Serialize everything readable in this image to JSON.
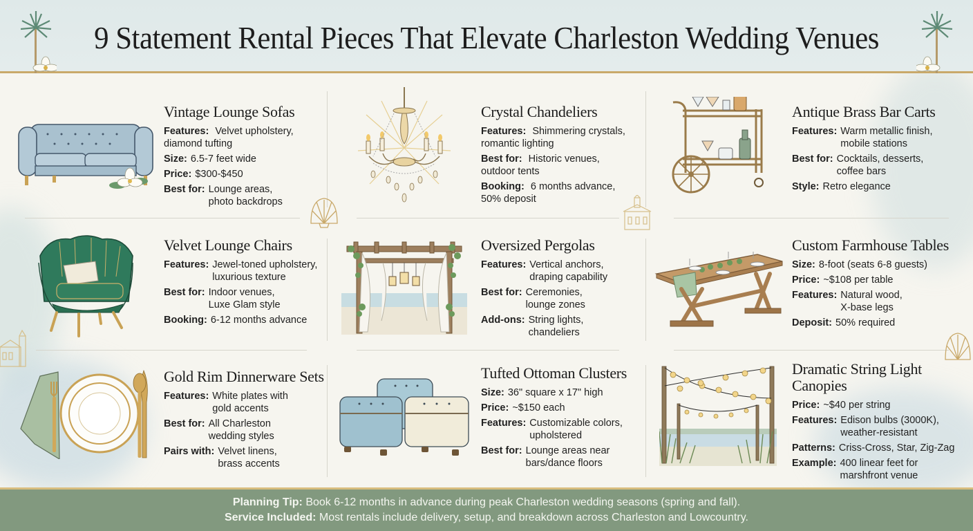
{
  "header": {
    "title": "9 Statement Rental Pieces That Elevate Charleston Wedding Venues"
  },
  "colors": {
    "header_bg": "#e0eaea",
    "gold_rule": "#c9a96a",
    "page_bg": "#f6f5ef",
    "footer_bg": "#82997f",
    "footer_text": "#f4f6f0"
  },
  "items": [
    {
      "title": "Vintage Lounge Sofas",
      "icon": "tufted-sofa-illustration",
      "rows": [
        {
          "k": "Features:",
          "v": "Velvet upholstery,\ndiamond tufting",
          "wrap": "left"
        },
        {
          "k": "Size:",
          "v": "6.5-7 feet wide"
        },
        {
          "k": "Price:",
          "v": "$300-$450"
        },
        {
          "k": "Best for:",
          "v": "Lounge areas,\nphoto backdrops"
        }
      ]
    },
    {
      "title": "Crystal Chandeliers",
      "icon": "chandelier-illustration",
      "rows": [
        {
          "k": "Features:",
          "v": "Shimmering crystals,\nromantic lighting",
          "wrap": "left"
        },
        {
          "k": "Best for:",
          "v": "Historic venues,\noutdoor tents",
          "wrap": "left"
        },
        {
          "k": "Booking:",
          "v": "6 months advance,\n50% deposit",
          "wrap": "left"
        }
      ]
    },
    {
      "title": "Antique Brass Bar Carts",
      "icon": "bar-cart-illustration",
      "rows": [
        {
          "k": "Features:",
          "v": "Warm metallic finish,\nmobile stations"
        },
        {
          "k": "Best for:",
          "v": "Cocktails, desserts,\ncoffee bars"
        },
        {
          "k": "Style:",
          "v": "Retro elegance"
        }
      ]
    },
    {
      "title": "Velvet Lounge Chairs",
      "icon": "velvet-chair-illustration",
      "rows": [
        {
          "k": "Features:",
          "v": "Jewel-toned upholstery,\nluxurious texture"
        },
        {
          "k": "Best for:",
          "v": "Indoor venues,\nLuxe Glam style"
        },
        {
          "k": "Booking:",
          "v": "6-12 months advance"
        }
      ]
    },
    {
      "title": "Oversized Pergolas",
      "icon": "pergola-illustration",
      "rows": [
        {
          "k": "Features:",
          "v": "Vertical anchors,\ndraping capability"
        },
        {
          "k": "Best for:",
          "v": "Ceremonies,\nlounge zones"
        },
        {
          "k": "Add-ons:",
          "v": "String lights,\nchandeliers"
        }
      ]
    },
    {
      "title": "Custom Farmhouse Tables",
      "icon": "farmhouse-table-illustration",
      "rows": [
        {
          "k": "Size:",
          "v": "8-foot (seats 6-8 guests)"
        },
        {
          "k": "Price:",
          "v": "~$108 per table"
        },
        {
          "k": "Features:",
          "v": "Natural wood,\nX-base legs"
        },
        {
          "k": "Deposit:",
          "v": "50% required"
        }
      ]
    },
    {
      "title": "Gold Rim Dinnerware Sets",
      "icon": "place-setting-illustration",
      "rows": [
        {
          "k": "Features:",
          "v": "White plates with\ngold accents"
        },
        {
          "k": "Best for:",
          "v": "All Charleston\nwedding styles"
        },
        {
          "k": "Pairs with:",
          "v": "Velvet linens,\nbrass accents"
        }
      ]
    },
    {
      "title": "Tufted Ottoman Clusters",
      "icon": "ottoman-illustration",
      "rows": [
        {
          "k": "Size:",
          "v": "36\" square x 17\" high"
        },
        {
          "k": "Price:",
          "v": "~$150 each"
        },
        {
          "k": "Features:",
          "v": "Customizable colors,\nupholstered"
        },
        {
          "k": "Best for:",
          "v": "Lounge areas near\nbars/dance floors"
        }
      ]
    },
    {
      "title": "Dramatic String Light\nCanopies",
      "icon": "string-lights-illustration",
      "rows": [
        {
          "k": "Price:",
          "v": "~$40 per string"
        },
        {
          "k": "Features:",
          "v": "Edison bulbs (3000K),\nweather-resistant"
        },
        {
          "k": "Patterns:",
          "v": "Criss-Cross, Star, Zig-Zag"
        },
        {
          "k": "Example:",
          "v": "400 linear feet for\nmarshfront venue"
        }
      ]
    }
  ],
  "footer": {
    "tip_label": "Planning Tip:",
    "tip_text": " Book 6-12 months in advance during peak Charleston wedding seasons (spring and fall).",
    "service_label": "Service Included:",
    "service_text": " Most rentals include delivery, setup, and breakdown across Charleston and Lowcountry."
  }
}
